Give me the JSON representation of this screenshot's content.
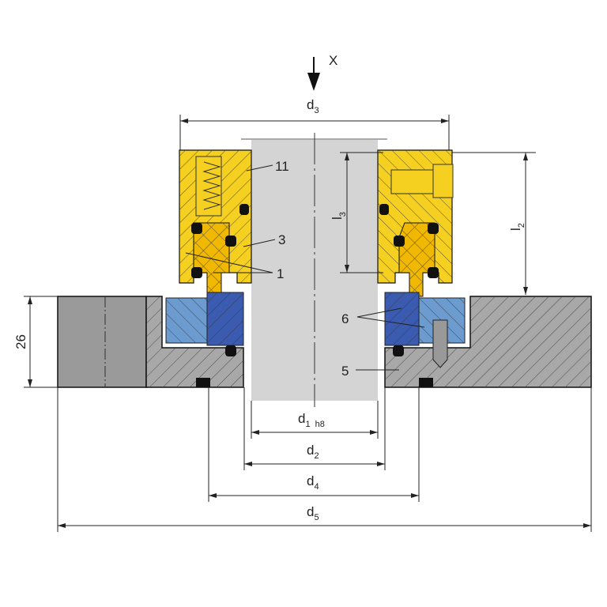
{
  "title": "Mechanical seal cross-section",
  "view_arrow": {
    "label": "X"
  },
  "dimensions": {
    "d3": {
      "main": "d",
      "sub": "3"
    },
    "l3": {
      "main": "l",
      "sub": "3"
    },
    "l2": {
      "main": "l",
      "sub": "2"
    },
    "height": "26",
    "d1": {
      "main": "d",
      "sub": "1",
      "tol": "h8"
    },
    "d2": {
      "main": "d",
      "sub": "2"
    },
    "d4": {
      "main": "d",
      "sub": "4"
    },
    "d5": {
      "main": "d",
      "sub": "5"
    }
  },
  "part_labels": [
    "11",
    "3",
    "1",
    "6",
    "5"
  ],
  "colors": {
    "yellow": "#f5d020",
    "yellow_dark": "#e8b400",
    "blue_light": "#6c9bd0",
    "blue_dark": "#3a5bb0",
    "gray": "#a8a8a8",
    "gray_dark": "#8f8f8f",
    "shaft": "#d4d4d4"
  }
}
